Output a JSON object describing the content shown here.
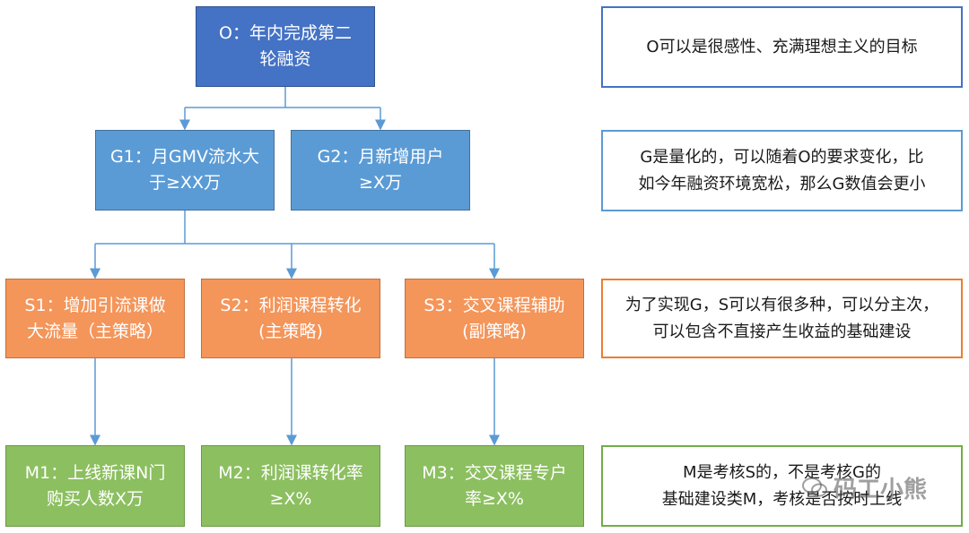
{
  "nodes": {
    "o": "O：年内完成第二\n轮融资",
    "g1": "G1：月GMV流水大\n于≥XX万",
    "g2": "G2：月新增用户\n≥X万",
    "s1": "S1：增加引流课做\n大流量（主策略）",
    "s2": "S2：利润课程转化\n(主策略)",
    "s3": "S3：交叉课程辅助\n(副策略)",
    "m1": "M1：上线新课N门\n购买人数X万",
    "m2": "M2：利润课转化率\n≥X%",
    "m3": "M3：交叉课程专户\n率≥X%"
  },
  "notes": {
    "o": "O可以是很感性、充满理想主义的目标",
    "g": "G是量化的，可以随着O的要求变化，比\n如今年融资环境宽松，那么G数值会更小",
    "s": "为了实现G，S可以有很多种，可以分主次，\n可以包含不直接产生收益的基础建设",
    "m": "M是考核S的，不是考核G的\n基础建设类M，考核是否按时上线"
  },
  "watermark": "码工小熊",
  "colors": {
    "o": "#4472c4",
    "g": "#5b9bd5",
    "s": "#f4955a",
    "m": "#8cbf60",
    "connector": "#5b9bd5"
  }
}
